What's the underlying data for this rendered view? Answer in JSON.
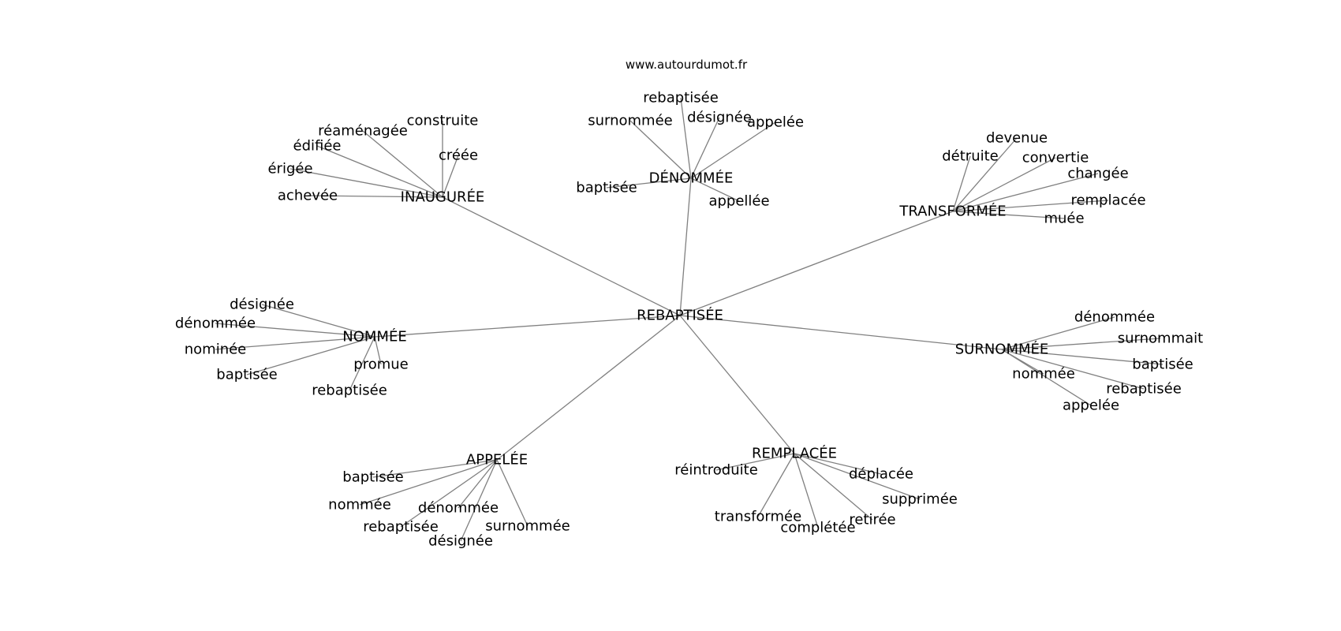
{
  "site": "www.autourdumot.fr",
  "graph": {
    "root": "REBAPTISÉE",
    "hubs": [
      {
        "label": "INAUGURÉE",
        "children": [
          "construite",
          "réaménagée",
          "édifiée",
          "créée",
          "érigée",
          "achevée"
        ]
      },
      {
        "label": "DÉNOMMÉE",
        "children": [
          "rebaptisée",
          "surnommée",
          "désignée",
          "appelée",
          "baptisée",
          "appellée"
        ]
      },
      {
        "label": "TRANSFORMÉE",
        "children": [
          "devenue",
          "détruite",
          "convertie",
          "changée",
          "remplacée",
          "muée"
        ]
      },
      {
        "label": "NOMMÉE",
        "children": [
          "désignée",
          "dénommée",
          "nominée",
          "promue",
          "baptisée",
          "rebaptisée"
        ]
      },
      {
        "label": "SURNOMMÉE",
        "children": [
          "dénommée",
          "surnommait",
          "baptisée",
          "nommée",
          "rebaptisée",
          "appelée"
        ]
      },
      {
        "label": "APPELÉE",
        "children": [
          "baptisée",
          "nommée",
          "dénommée",
          "surnommée",
          "rebaptisée",
          "désignée"
        ]
      },
      {
        "label": "REMPLACÉE",
        "children": [
          "réintroduite",
          "déplacée",
          "supprimée",
          "retirée",
          "transformée",
          "complétée"
        ]
      }
    ]
  }
}
